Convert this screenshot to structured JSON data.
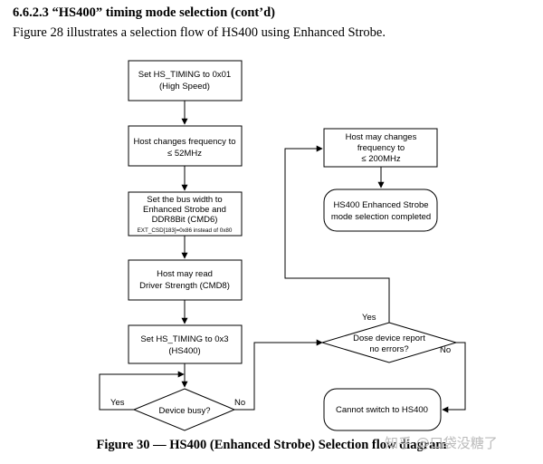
{
  "section": {
    "heading": "6.6.2.3 “HS400” timing mode selection (cont’d)",
    "intro": "Figure 28 illustrates a selection flow of HS400 using Enhanced Strobe."
  },
  "flowchart": {
    "step1": [
      "Set HS_TIMING to 0x01",
      "(High Speed)"
    ],
    "step2": [
      "Host changes frequency to",
      "≤ 52MHz"
    ],
    "step3": [
      "Set the bus width to",
      "Enhanced Strobe and",
      "DDR8Bit (CMD6)"
    ],
    "step3_note": "EXT_CSD[183]=0x86 instead of 0x80",
    "step4": [
      "Host may read",
      "Driver Strength (CMD8)"
    ],
    "step5": [
      "Set HS_TIMING to 0x3",
      "(HS400)"
    ],
    "decision_busy": "Device busy?",
    "busy_yes": "Yes",
    "busy_no": "No",
    "decision_errors": [
      "Dose device report",
      "no errors?"
    ],
    "errors_yes": "Yes",
    "errors_no": "No",
    "step_freq": [
      "Host may changes",
      "frequency to",
      "≤ 200MHz"
    ],
    "result_ok": [
      "HS400 Enhanced Strobe",
      "mode selection completed"
    ],
    "result_fail": "Cannot switch to HS400"
  },
  "caption": "Figure 30 — HS400 (Enhanced Strobe) Selection flow diagram",
  "watermark": "知乎 @口袋没糖了"
}
